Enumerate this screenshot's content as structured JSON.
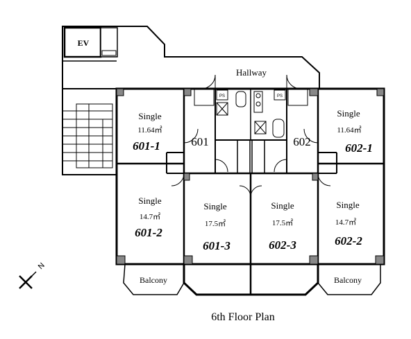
{
  "caption": "6th Floor Plan",
  "hallway": "Hallway",
  "elevator": "EV",
  "compass": "N",
  "ps_label": "PS",
  "units": {
    "u601": "601",
    "u602": "602"
  },
  "rooms": [
    {
      "type": "Single",
      "area": "11.64㎡",
      "id": "601-1"
    },
    {
      "type": "Single",
      "area": "14.7㎡",
      "id": "601-2"
    },
    {
      "type": "Single",
      "area": "17.5㎡",
      "id": "601-3"
    },
    {
      "type": "Single",
      "area": "17.5㎡",
      "id": "602-3"
    },
    {
      "type": "Single",
      "area": "11.64㎡",
      "id": "602-1"
    },
    {
      "type": "Single",
      "area": "14.7㎡",
      "id": "602-2"
    }
  ],
  "balconies": [
    "Balcony",
    "Balcony"
  ]
}
